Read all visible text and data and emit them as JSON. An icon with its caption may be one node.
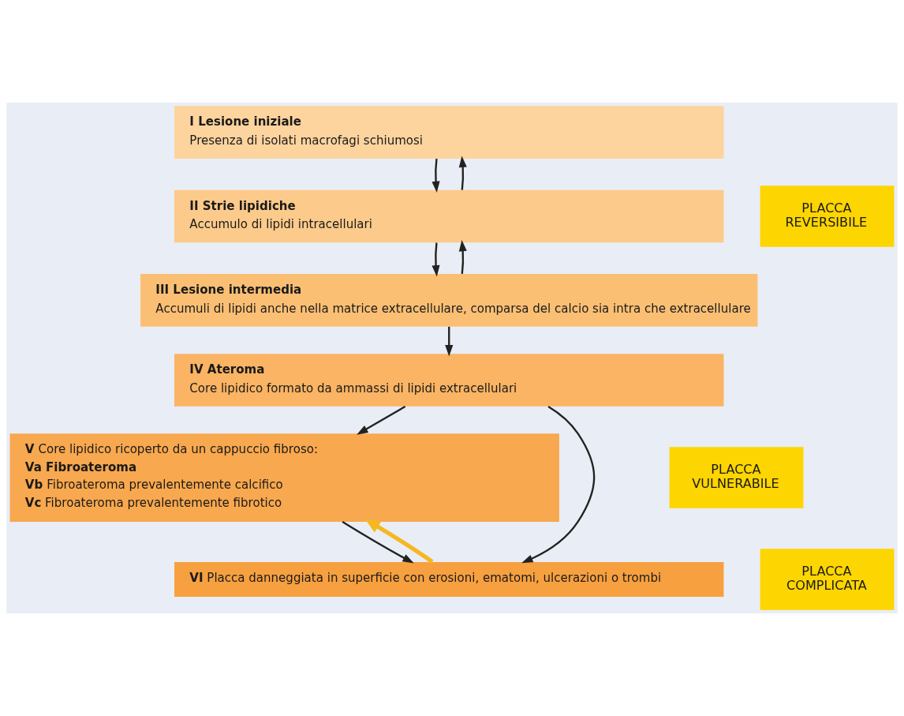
{
  "diagram": {
    "nodes": [
      {
        "text": [
          "I Lesione iniziale",
          "Presenza di isolati macrofagi schiumosi"
        ]
      },
      {
        "text": [
          "II Strie lipidiche",
          "Accumulo di lipidi intracellulari"
        ]
      },
      {
        "text": [
          "III Lesione intermedia",
          "Accumuli di lipidi anche nella matrice extracellulare, comparsa del calcio sia intra che extracellulare"
        ]
      },
      {
        "text": [
          "IV Ateroma",
          "Core lipidico formato da ammassi di lipidi extracellulari"
        ]
      },
      {
        "text": [
          "**V** Core lipidico ricoperto da un cappuccio fibroso:",
          "**Va Fibroateroma**",
          "**Vb** Fibroateroma prevalentemente calcifico",
          "**Vc** Fibroateroma prevalentemente fibrotico"
        ]
      },
      {
        "text": [
          "**VI** Placca danneggiata in superficie con erosioni, ematomi, ulcerazioni o trombi"
        ]
      },
      {
        "text": [
          "PLACCA REVERSIBILE"
        ]
      },
      {
        "text": [
          "PLACCA VULNERABILE"
        ]
      },
      {
        "text": [
          "PLACCA COMPLICATA"
        ]
      }
    ],
    "edges": [
      {
        "from": 0,
        "to": 1,
        "arrow": "to"
      },
      {
        "from": 1,
        "to": 0,
        "arrow": "to"
      },
      {
        "from": 1,
        "to": 2,
        "arrow": "to"
      },
      {
        "from": 2,
        "to": 1,
        "arrow": "to"
      },
      {
        "from": 2,
        "to": 3,
        "arrow": "to"
      },
      {
        "from": 3,
        "to": 4,
        "arrow": "to"
      },
      {
        "from": 3,
        "to": 5,
        "arrow": "to"
      },
      {
        "from": 4,
        "to": 5,
        "arrow": "to"
      },
      {
        "from": 5,
        "to": 4,
        "arrow": "to",
        "style": "thick",
        "color": "#f5b820"
      }
    ]
  }
}
